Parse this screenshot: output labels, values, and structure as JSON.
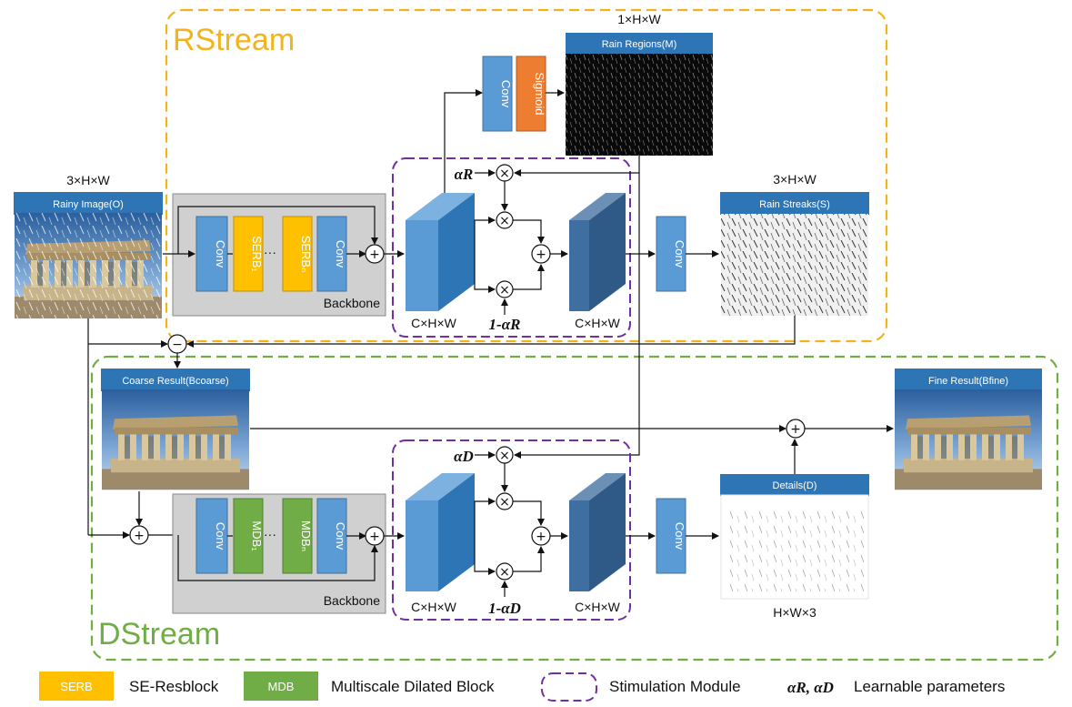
{
  "rstream": {
    "title": "RStream",
    "rain_regions_dims": "1×H×W",
    "rain_regions_header": "Rain Regions(M)",
    "input_dims": "3×H×W",
    "input_header": "Rainy Image(O)",
    "streaks_dims": "3×H×W",
    "streaks_header": "Rain Streaks(S)",
    "conv": "Conv",
    "sigmoid": "Sigmoid",
    "serb1": "SERB₁",
    "serbn": "SERBₙ",
    "dots": "···",
    "backbone": "Backbone",
    "feat_left": "C×H×W",
    "feat_right": "C×H×W",
    "alpha": "αR",
    "one_minus_alpha": "1-αR"
  },
  "dstream": {
    "title": "DStream",
    "coarse_header": "Coarse Result(Bcoarse)",
    "fine_header": "Fine Result(Bfine)",
    "details_header": "Details(D)",
    "details_dims": "H×W×3",
    "conv": "Conv",
    "mdb1": "MDB₁",
    "mdbn": "MDBₙ",
    "dots": "···",
    "backbone": "Backbone",
    "feat_left": "C×H×W",
    "feat_right": "C×H×W",
    "alpha": "αD",
    "one_minus_alpha": "1-αD"
  },
  "legend": {
    "serb_box": "SERB",
    "serb_desc": "SE-Resblock",
    "mdb_box": "MDB",
    "mdb_desc": "Multiscale Dilated Block",
    "stim_desc": "Stimulation Module",
    "params_symbols": "αR, αD",
    "params_desc": "Learnable  parameters"
  },
  "colors": {
    "rstream_border": "#f2b31d",
    "dstream_border": "#70ad47",
    "stim_border": "#7030a0",
    "conv_blue": "#5b9bd5",
    "serb_yellow": "#ffc000",
    "mdb_green": "#70ad47",
    "sigmoid_orange": "#ed7d31",
    "header_blue": "#2e75b6",
    "backbone_gray": "#d0d0d0"
  }
}
